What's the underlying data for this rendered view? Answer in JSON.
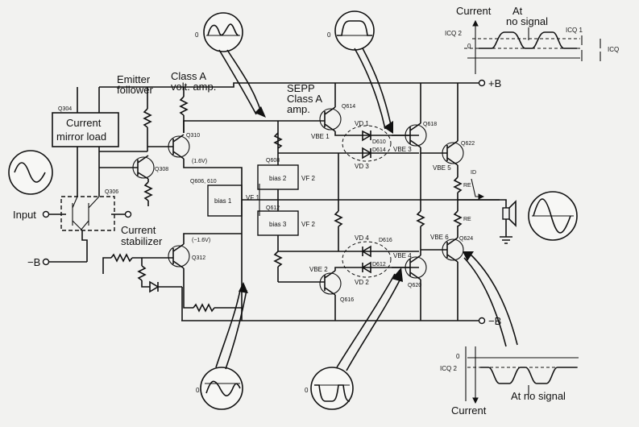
{
  "rails": {
    "pos": "+B",
    "neg": "−B"
  },
  "stages": {
    "emitter_follower": [
      "Emitter",
      "follower"
    ],
    "class_a_volt": [
      "Class A",
      "volt. amp."
    ],
    "sepp": [
      "SEPP",
      "Class A",
      "amp."
    ],
    "mirror": [
      "Current",
      "mirror load"
    ],
    "stabilizer": [
      "Current",
      "stabilizer"
    ],
    "input": "Input"
  },
  "transistors": {
    "q304": "Q304",
    "q306": "Q306",
    "q308": "Q308",
    "q310": "Q310",
    "q312": "Q312",
    "q614": "Q614",
    "q616": "Q616",
    "q618": "Q618",
    "q620": "Q620",
    "q622": "Q622",
    "q624": "Q624",
    "q608": "Q608",
    "q612": "Q612",
    "q606": "Q606, 610"
  },
  "diodes": {
    "d610": "D610",
    "d614": "D614",
    "d612": "D612",
    "d616": "D616"
  },
  "boxes": {
    "bias1": "bias 1",
    "bias2": "bias 2",
    "bias3": "bias 3"
  },
  "voltages": {
    "vf1": "VF 1",
    "vf2a": "VF 2",
    "vf2b": "VF 2",
    "vbe1": "VBE 1",
    "vbe2": "VBE 2",
    "vbe3": "VBE 3",
    "vbe4": "VBE 4",
    "vbe5": "VBE 5",
    "vbe6": "VBE 6",
    "vd1": "VD 1",
    "vd2": "VD 2",
    "vd3": "VD 3",
    "vd4": "VD 4",
    "p16": "(1.6V)",
    "m16": "(−1.6V)",
    "re1": "RE",
    "re2": "RE",
    "id": "ID"
  },
  "graph_top": {
    "title": "Current",
    "at": "At",
    "no_signal": "no signal",
    "icq2": "ICQ 2",
    "icq1": "ICQ 1",
    "icq": "ICQ",
    "zero": "0"
  },
  "graph_bottom": {
    "title": "Current",
    "no_signal": "At no signal",
    "icq2": "ICQ 2",
    "zero": "0"
  },
  "zero": "0"
}
